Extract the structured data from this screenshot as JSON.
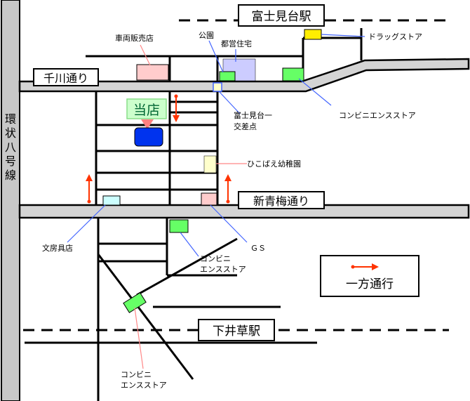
{
  "stations": {
    "fujimidai": "富士見台駅",
    "shimoigusa": "下井草駅"
  },
  "roads": {
    "kanpachi": "環状八号線",
    "senkawa": "千川通り",
    "shinome": "新青梅通り"
  },
  "shop": {
    "label": "当店"
  },
  "landmarks": {
    "car_dealer": "車両販売店",
    "park": "公園",
    "tokyo_housing": "都営住宅",
    "drugstore": "ドラッグストア",
    "convenience_store_1": "コンビニエンスストア",
    "intersection_line1": "富士見台一",
    "intersection_line2": "交差点",
    "kindergarten": "ひこばえ幼稚園",
    "stationery": "文房具店",
    "gas_station": "ＧＳ",
    "convenience_store_2_line1": "コンビニ",
    "convenience_store_2_line2": "エンスストア",
    "convenience_store_3_line1": "コンビニ",
    "convenience_store_3_line2": "エンスストア"
  },
  "legend": {
    "one_way": "一方通行"
  },
  "colors": {
    "road": "#000000",
    "ring_road_fill": "#c8c8c8",
    "road_fill": "#d4d4d4",
    "shop_marker": "#0033ee",
    "shop_label_bg": "#ccffcc",
    "shop_label_text": "#006633",
    "shop_arrow": "#ff8080",
    "convenience_store": "#66ff66",
    "drugstore": "#ffee00",
    "pink_building": "#ffcccc",
    "housing": "#ccccff",
    "kindergarten": "#ffffcc",
    "stationery": "#ccffff",
    "leader_blue": "#4466ff",
    "leader_pink": "#ff8888",
    "one_way_arrow": "#ff3300"
  }
}
